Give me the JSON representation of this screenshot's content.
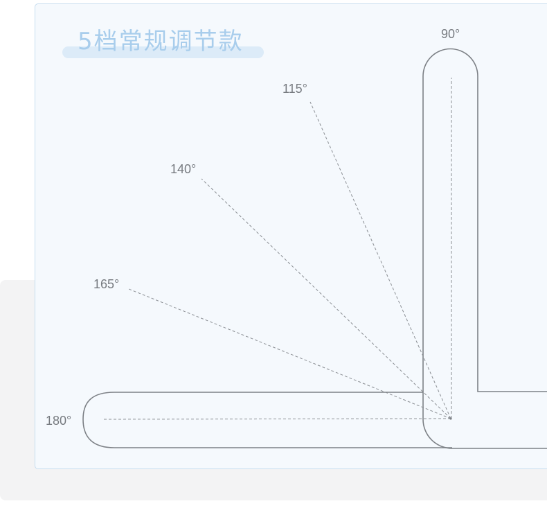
{
  "title": "5档常规调节款",
  "angles": [
    {
      "label": "90°",
      "degrees": 90
    },
    {
      "label": "115°",
      "degrees": 115
    },
    {
      "label": "140°",
      "degrees": 140
    },
    {
      "label": "165°",
      "degrees": 165
    },
    {
      "label": "180°",
      "degrees": 180
    }
  ],
  "colors": {
    "card_background": "#f5f9fd",
    "card_border": "#c6ddef",
    "title_text": "#a8cdec",
    "title_highlight": "#dcebf8",
    "outline": "#7d8186",
    "label_text": "#777b80"
  }
}
